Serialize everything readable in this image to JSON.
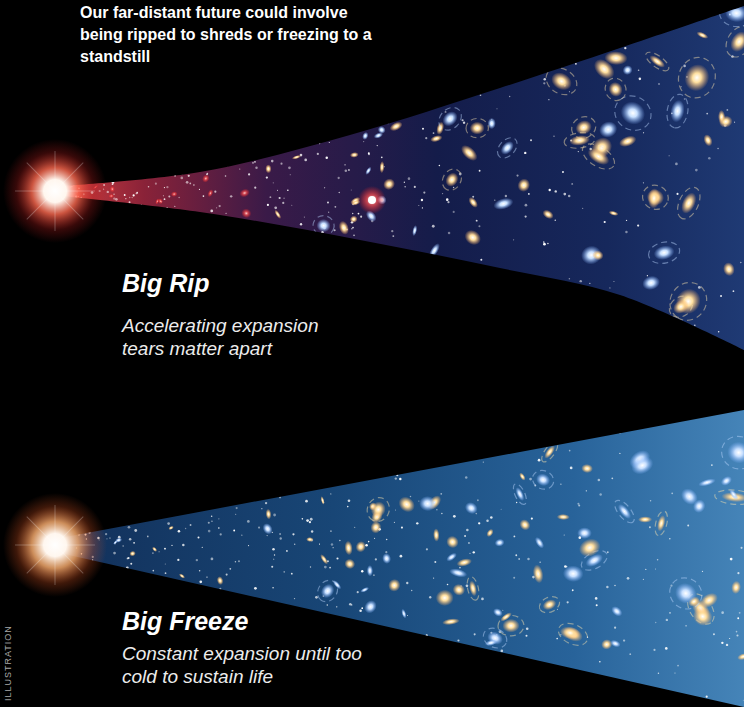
{
  "diagram": {
    "title": "Our far-distant future could involve being ripped to shreds or freezing to a standstill",
    "nodes": [
      {
        "text": [
          "Big Rip",
          "Accelerating expansion tears matter apart"
        ]
      },
      {
        "text": [
          "Big Freeze",
          "Constant expansion until too cold to sustain life"
        ]
      }
    ],
    "labels": [
      "ILLUSTRATION"
    ]
  }
}
